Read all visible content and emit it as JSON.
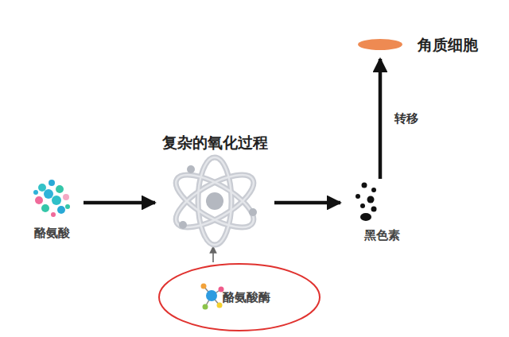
{
  "diagram": {
    "nodes": [
      {
        "text": [
          "酪氨酸"
        ]
      },
      {
        "text": [
          "复杂的氧化过程"
        ]
      },
      {
        "text": [
          "黑色素"
        ]
      },
      {
        "text": [
          "角质细胞"
        ]
      },
      {
        "text": [
          "酪氨酸酶"
        ]
      }
    ],
    "edges": [
      {
        "from": 0,
        "to": 1,
        "arrow": "to"
      },
      {
        "from": 1,
        "to": 2,
        "arrow": "to"
      },
      {
        "from": 2,
        "to": 3,
        "label": "转移",
        "arrow": "to"
      },
      {
        "from": 4,
        "to": 1,
        "arrow": "to"
      }
    ]
  }
}
